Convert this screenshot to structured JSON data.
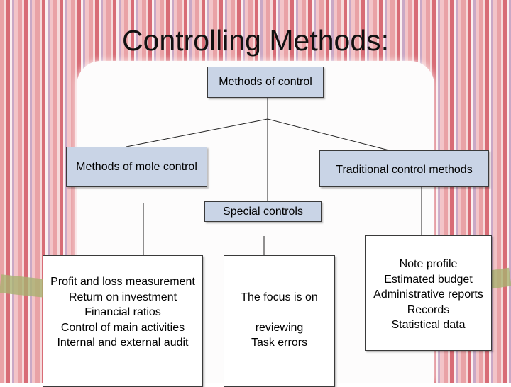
{
  "title": "Controlling Methods:",
  "nodes": {
    "root": "Methods of control",
    "mole": "Methods of mole control",
    "traditional": "Traditional control methods",
    "special": "Special controls"
  },
  "lists": {
    "left": [
      "Profit and loss measurement",
      "Return on investment",
      "Financial ratios",
      "Control of main activities",
      "Internal and external audit"
    ],
    "middle": [
      "The focus is on",
      "reviewing",
      "Task errors"
    ],
    "right": [
      "Note profile",
      "Estimated budget",
      "Administrative reports",
      "Records",
      "Statistical data"
    ]
  }
}
